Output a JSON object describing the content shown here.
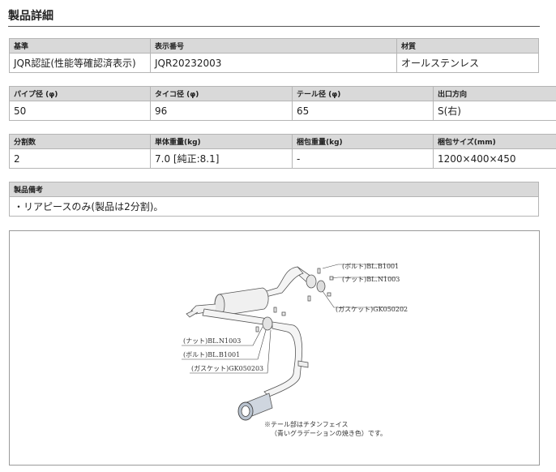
{
  "page_title": "製品詳細",
  "tables": [
    {
      "headers": [
        "基準",
        "表示番号",
        "",
        "材質"
      ],
      "values": [
        "JQR認証(性能等確認済表示)",
        "JQR20232003",
        "",
        "オールステンレス"
      ]
    },
    {
      "headers": [
        "パイプ径 (φ)",
        "タイコ径 (φ)",
        "テール径 (φ)",
        "出口方向"
      ],
      "values": [
        "50",
        "96",
        "65",
        "S(右)"
      ]
    },
    {
      "headers": [
        "分割数",
        "単体重量(kg)",
        "梱包重量(kg)",
        "梱包サイズ(mm)"
      ],
      "values": [
        "2",
        "7.0 [純正:8.1]",
        "-",
        "1200×400×450"
      ]
    }
  ],
  "remarks": {
    "header": "製品備考",
    "text": "・リアピースのみ(製品は2分割)。"
  },
  "diagram": {
    "labels": {
      "bolt_upper": "(ボルト)BL.B1001",
      "nut_upper": "(ナット)BL.N1003",
      "gasket_upper": "(ガスケット)GK050202",
      "nut_lower": "(ナット)BL.N1003",
      "bolt_lower": "(ボルト)BL.B1001",
      "gasket_lower": "(ガスケット)GK050203",
      "note_line1": "※テール部はチタンフェイス",
      "note_line2": "（青いグラデーションの焼き色）です。"
    }
  }
}
